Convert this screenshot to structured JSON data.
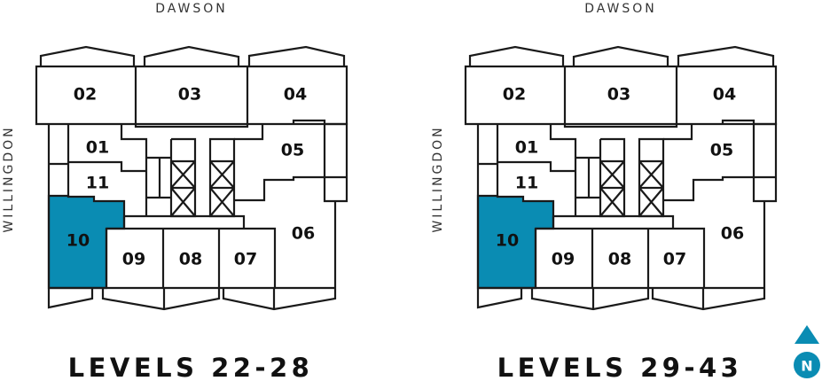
{
  "colors": {
    "highlight": "#0A8CB3",
    "line": "#1a1a1a"
  },
  "plans": [
    {
      "title": "LEVELS 22-28",
      "street_top": "DAWSON",
      "street_left": "WILLINGDON",
      "highlighted_unit": "10",
      "units": [
        "02",
        "03",
        "04",
        "01",
        "05",
        "11",
        "10",
        "06",
        "09",
        "08",
        "07"
      ]
    },
    {
      "title": "LEVELS 29-43",
      "street_top": "DAWSON",
      "street_left": "WILLINGDON",
      "highlighted_unit": "10",
      "units": [
        "02",
        "03",
        "04",
        "01",
        "05",
        "11",
        "10",
        "06",
        "09",
        "08",
        "07"
      ]
    }
  ],
  "compass": {
    "label": "N",
    "icon": "north-arrow-icon"
  }
}
